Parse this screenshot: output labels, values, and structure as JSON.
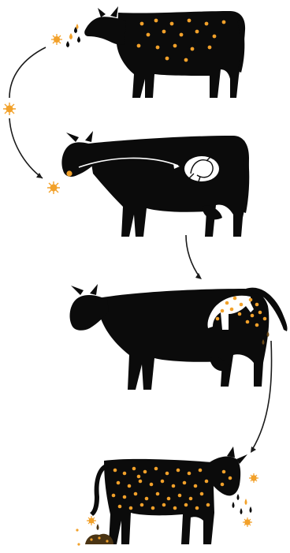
{
  "colors": {
    "background": "#ffffff",
    "cow": "#0b0b0b",
    "particle": "#f2a12a",
    "arrow": "#1a1a1a",
    "fetus_outline": "#ffffff"
  },
  "stages": [
    {
      "name": "infected-cow-shedding",
      "particle_count": 18
    },
    {
      "name": "pregnant-cow-infected",
      "particle_count": 1
    },
    {
      "name": "cow-aborting-fetus",
      "particle_count": 14
    },
    {
      "name": "infected-herd-cow",
      "particle_count": 40
    }
  ],
  "icons": [
    "cow-icon",
    "fetus-icon",
    "bacteria-icon",
    "arrow-icon",
    "droplet-icon",
    "dung-icon"
  ]
}
